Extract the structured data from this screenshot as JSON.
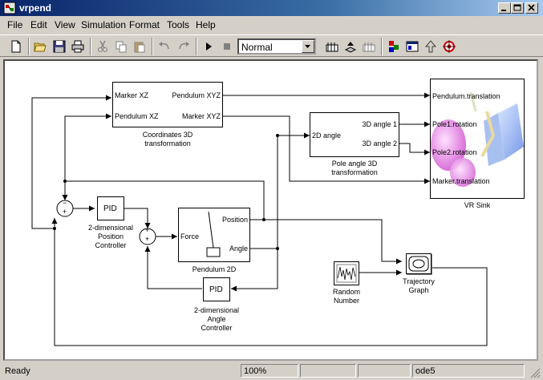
{
  "window": {
    "title": "vrpend"
  },
  "menu": [
    "File",
    "Edit",
    "View",
    "Simulation",
    "Format",
    "Tools",
    "Help"
  ],
  "toolbar": {
    "sim_mode": "Normal"
  },
  "blocks": {
    "coords": {
      "in1": "Marker XZ",
      "in2": "Pendulum XZ",
      "out1": "Pendulum XYZ",
      "out2": "Marker XYZ",
      "label1": "Coordinates 3D",
      "label2": "transformation"
    },
    "pole": {
      "in1": "2D angle",
      "out1": "3D angle 1",
      "out2": "3D angle 2",
      "label1": "Pole angle 3D",
      "label2": "transformation"
    },
    "vr": {
      "p1": "Pendulum.translation",
      "p2": "Pole1.rotation",
      "p3": "Pole2.rotation",
      "p4": "Marker.translation",
      "label": "VR Sink"
    },
    "pid1": {
      "text": "PID",
      "l1": "2-dimensional",
      "l2": "Position",
      "l3": "Controller"
    },
    "pid2": {
      "text": "PID",
      "l1": "2-dimensional",
      "l2": "Angle",
      "l3": "Controller"
    },
    "pend": {
      "in1": "Force",
      "out1": "Position",
      "out2": "Angle",
      "label": "Pendulum 2D"
    },
    "random": {
      "l1": "Random",
      "l2": "Number"
    },
    "traj": {
      "l1": "Trajectory",
      "l2": "Graph"
    },
    "sum1": {
      "s1": "−",
      "s2": "+"
    },
    "sum2": {
      "s1": "+",
      "s2": "+"
    }
  },
  "status": {
    "ready": "Ready",
    "zoom": "100%",
    "solver": "ode5"
  }
}
